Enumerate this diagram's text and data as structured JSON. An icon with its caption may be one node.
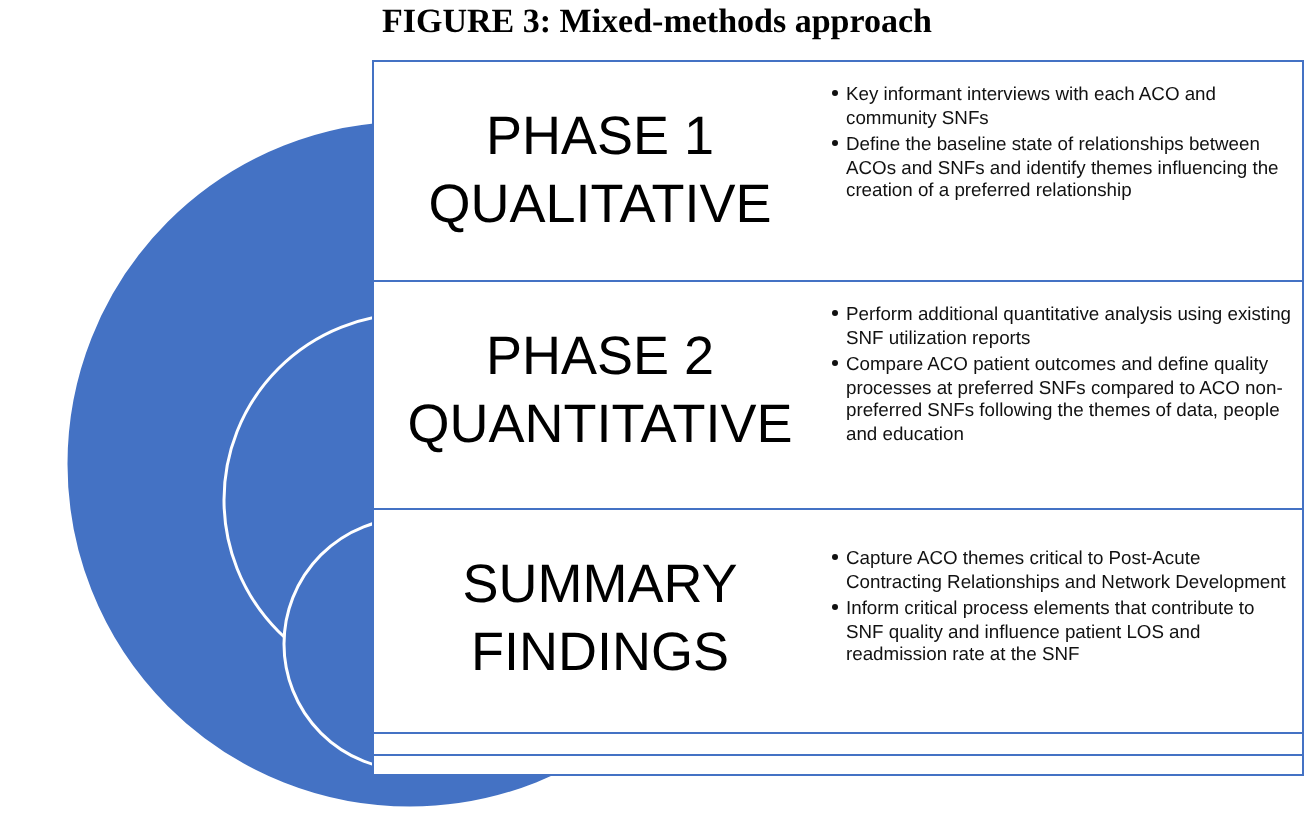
{
  "diagram": {
    "title": "FIGURE 3: Mixed-methods approach",
    "nodes": [
      {
        "text": [
          "PHASE 1 QUALITATIVE",
          "Key informant interviews with each ACO and community SNFs",
          "Define the baseline state of relationships between ACOs and SNFs and identify themes influencing the creation of a preferred relationship"
        ]
      },
      {
        "text": [
          "PHASE 2 QUANTITATIVE",
          "Perform additional quantitative analysis using existing SNF utilization reports",
          "Compare ACO patient outcomes and define quality processes at preferred SNFs compared to ACO non-preferred SNFs following the themes of data, people and education"
        ]
      },
      {
        "text": [
          "SUMMARY FINDINGS",
          "Capture ACO themes critical to Post-Acute Contracting Relationships and Network Development",
          "Inform critical process elements that contribute to SNF quality and influence patient LOS and readmission rate at the SNF"
        ]
      },
      {
        "text": [],
        "shape": "bar"
      },
      {
        "text": [],
        "shape": "bar"
      }
    ],
    "edges": []
  }
}
